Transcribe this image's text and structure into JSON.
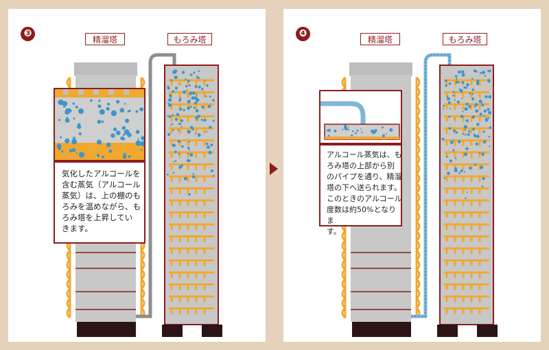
{
  "colors": {
    "background": "#e4d2bb",
    "accent": "#8c1c1c",
    "steam": "#f0a830",
    "vapor": "#3f95c8",
    "tower": "#c8c8c8"
  },
  "panels": [
    {
      "step": "❸",
      "tower_labels": [
        "精溜塔",
        "もろみ塔"
      ],
      "caption": "気化したアルコールを\n含む蒸気（アルコール\n蒸気）は、上の棚のも\nろみを温めながら、も\nろみ塔を上昇してい\nきます。"
    },
    {
      "step": "❹",
      "tower_labels": [
        "精溜塔",
        "もろみ塔"
      ],
      "caption": "アルコール蒸気は、も\nろみ塔の上部から別\nのパイプを通り、精溜\n塔の下へ送られます。\nこのときのアルコール\n度数は約50%となりま\nす。"
    }
  ],
  "next_arrow": "right-triangle-icon"
}
